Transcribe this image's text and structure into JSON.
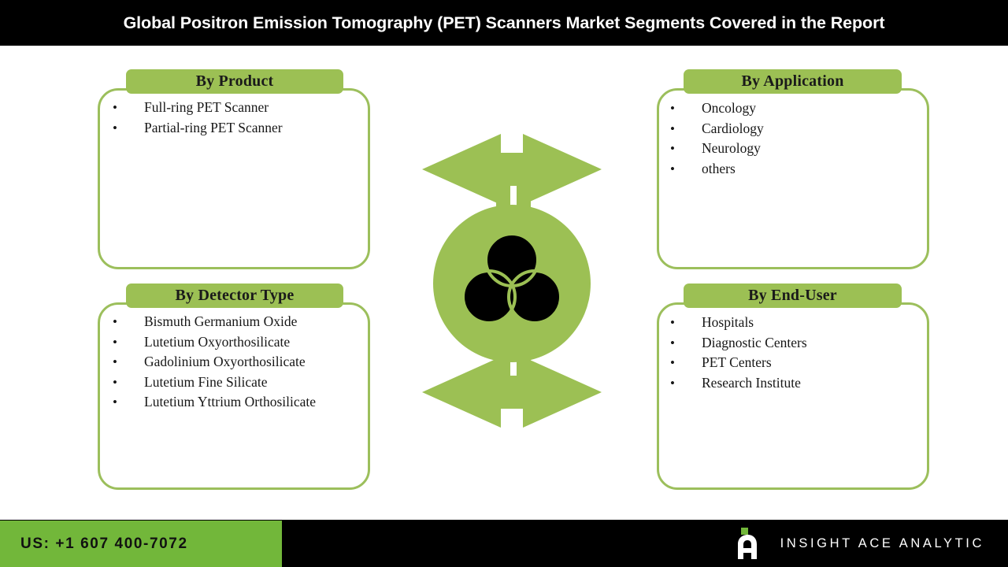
{
  "header": {
    "title": "Global Positron Emission Tomography (PET) Scanners Market Segments Covered in the Report"
  },
  "colors": {
    "pill_green": "#9cc054",
    "border_green": "#9cbf5c",
    "arrow_green": "#9cc054",
    "footer_green": "#72b73a",
    "black": "#000000",
    "white": "#ffffff"
  },
  "segments": [
    {
      "id": "product",
      "heading": "By Product",
      "items": [
        "Full-ring PET Scanner",
        "Partial-ring PET Scanner"
      ]
    },
    {
      "id": "application",
      "heading": "By Application",
      "items": [
        "Oncology",
        "Cardiology",
        "Neurology",
        "others"
      ]
    },
    {
      "id": "detector",
      "heading": "By Detector Type",
      "items": [
        "Bismuth Germanium Oxide",
        "Lutetium Oxyorthosilicate",
        "Gadolinium Oxyorthosilicate",
        "Lutetium Fine Silicate",
        "Lutetium Yttrium Orthosilicate"
      ]
    },
    {
      "id": "enduser",
      "heading": "By End-User",
      "items": [
        "Hospitals",
        "Diagnostic Centers",
        "PET Centers",
        "Research Institute"
      ]
    }
  ],
  "center_graphic": {
    "icon": "venn-three-circles-icon",
    "arrows": [
      "arrow-top-left",
      "arrow-top-right",
      "arrow-bottom-left",
      "arrow-bottom-right"
    ]
  },
  "bullet": {
    "glyph": "•"
  },
  "footer": {
    "phone": "US: +1 607 400-7072",
    "brand_name": "INSIGHT ACE ANALYTIC",
    "logo_icon": "insight-ace-a-logo"
  }
}
